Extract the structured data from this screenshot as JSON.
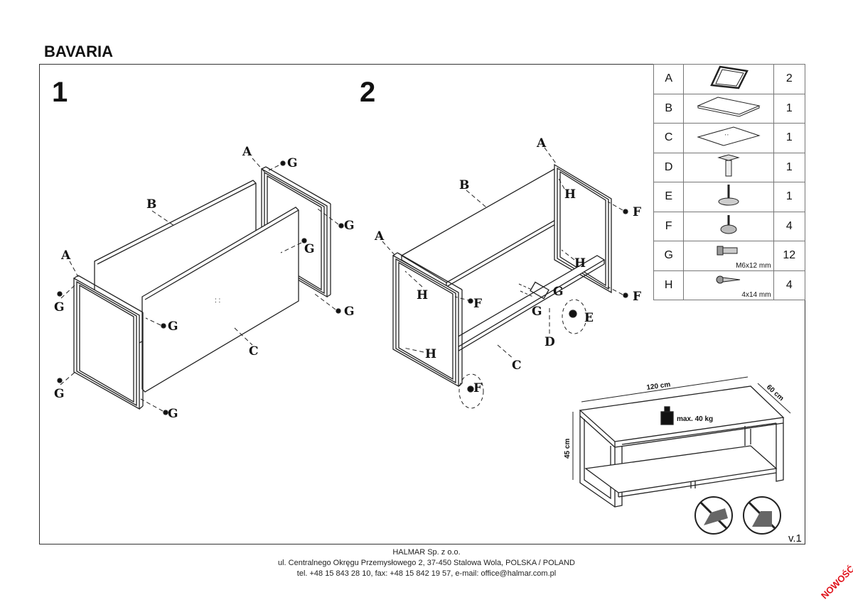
{
  "title": "BAVARIA",
  "steps": [
    "1",
    "2"
  ],
  "parts": [
    {
      "label": "A",
      "icon": "frame-icon",
      "qty": "2",
      "size": ""
    },
    {
      "label": "B",
      "icon": "top-panel-icon",
      "qty": "1",
      "size": ""
    },
    {
      "label": "C",
      "icon": "shelf-panel-icon",
      "qty": "1",
      "size": ""
    },
    {
      "label": "D",
      "icon": "bracket-icon",
      "qty": "1",
      "size": ""
    },
    {
      "label": "E",
      "icon": "leveling-foot-icon",
      "qty": "1",
      "size": ""
    },
    {
      "label": "F",
      "icon": "glide-foot-icon",
      "qty": "4",
      "size": ""
    },
    {
      "label": "G",
      "icon": "bolt-icon",
      "qty": "12",
      "size": "M6x12 mm"
    },
    {
      "label": "H",
      "icon": "wood-screw-icon",
      "qty": "4",
      "size": "4x14 mm"
    }
  ],
  "step1_labels": {
    "a1": "A",
    "a2": "A",
    "b": "B",
    "c": "C",
    "g": "G"
  },
  "step2_labels": {
    "a": "A",
    "b": "B",
    "c": "C",
    "d": "D",
    "e": "E",
    "f": "F",
    "g": "G",
    "h": "H"
  },
  "dimensions": {
    "width": "120 cm",
    "depth": "60 cm",
    "height": "45 cm",
    "max_load": "max. 40 kg"
  },
  "version": "v.1",
  "footer": {
    "company": "HALMAR Sp. z o.o.",
    "address": "ul. Centralnego Okręgu Przemysłowego 2, 37-450 Stalowa Wola, POLSKA / POLAND",
    "contact": "tel. +48 15 843 28 10, fax: +48 15 842 19 57, e-mail: office@halmar.com.pl"
  },
  "stamp": "NOWOŚĆ"
}
